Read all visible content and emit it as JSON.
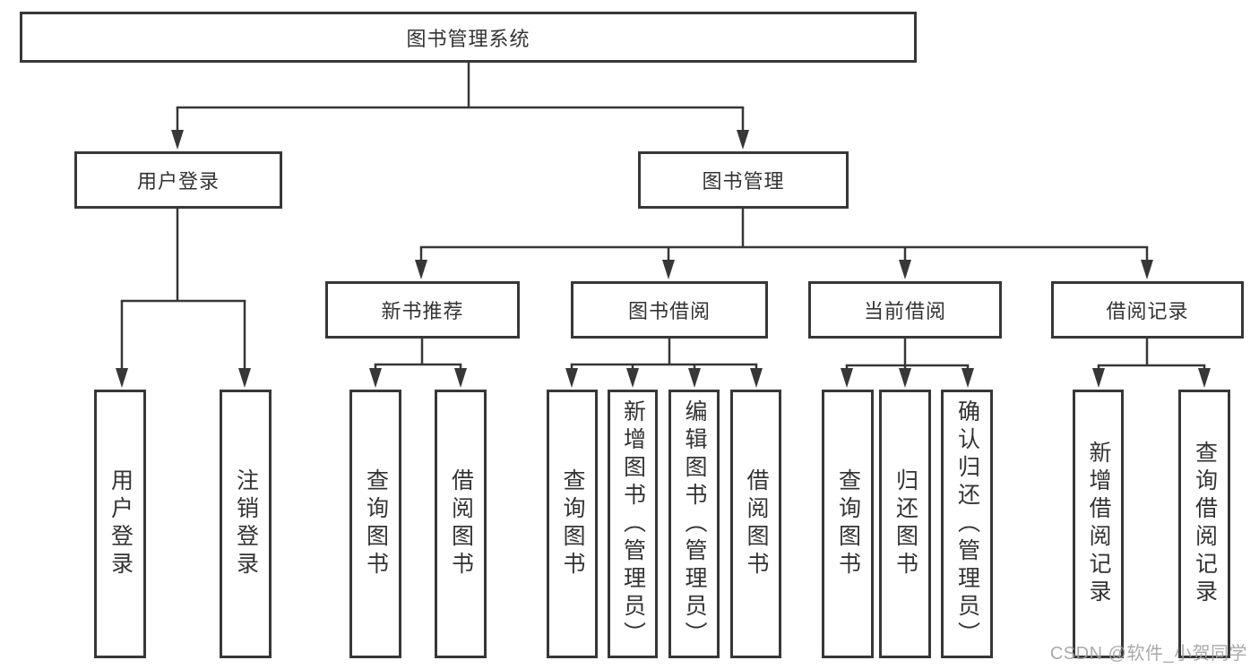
{
  "diagram": {
    "title": "图书管理系统",
    "colors": {
      "stroke": "#373737",
      "text": "#333333",
      "background": "#ffffff",
      "watermark": "#a3a3a3"
    },
    "nodes": {
      "root": "图书管理系统",
      "userLogin": "用户登录",
      "bookMgmt": "图书管理",
      "newBookRec": "新书推荐",
      "bookBorrow": "图书借阅",
      "currentBorrow": "当前借阅",
      "borrowRecord": "借阅记录",
      "leafUserLogin": "用户登录",
      "leafLogout": "注销登录",
      "leafRecQuery": "查询图书",
      "leafRecBorrow": "借阅图书",
      "leafBbQuery": "查询图书",
      "leafBbAdd": "新增图书（管理员）",
      "leafBbEdit": "编辑图书（管理员）",
      "leafBbBorrow": "借阅图书",
      "leafCbQuery": "查询图书",
      "leafCbReturn": "归还图书",
      "leafCbConfirm": "确认归还（管理员）",
      "leafBrAdd": "新增借阅记录",
      "leafBrQuery": "查询借阅记录"
    },
    "structure": [
      {
        "parent": "图书管理系统",
        "children": [
          "用户登录",
          "图书管理"
        ]
      },
      {
        "parent": "用户登录",
        "children": [
          "用户登录",
          "注销登录"
        ]
      },
      {
        "parent": "图书管理",
        "children": [
          "新书推荐",
          "图书借阅",
          "当前借阅",
          "借阅记录"
        ]
      },
      {
        "parent": "新书推荐",
        "children": [
          "查询图书",
          "借阅图书"
        ]
      },
      {
        "parent": "图书借阅",
        "children": [
          "查询图书",
          "新增图书（管理员）",
          "编辑图书（管理员）",
          "借阅图书"
        ]
      },
      {
        "parent": "当前借阅",
        "children": [
          "查询图书",
          "归还图书",
          "确认归还（管理员）"
        ]
      },
      {
        "parent": "借阅记录",
        "children": [
          "新增借阅记录",
          "查询借阅记录"
        ]
      }
    ]
  },
  "watermark": {
    "text": "CSDN @软件_小贺同学"
  }
}
